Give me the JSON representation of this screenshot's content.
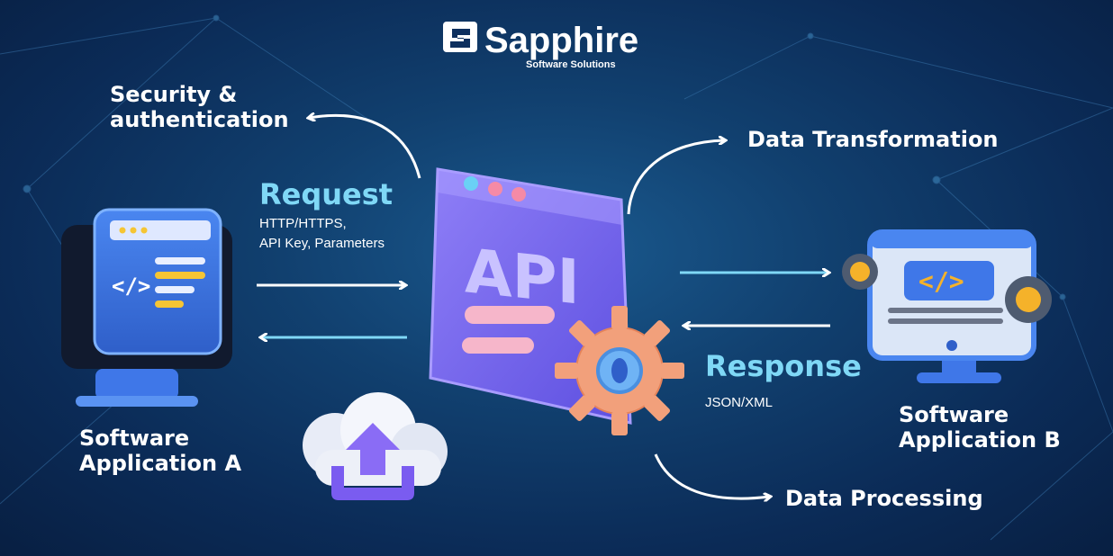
{
  "brand": {
    "name": "Sapphire",
    "tagline": "Software Solutions"
  },
  "diagram": {
    "security": [
      "Security &",
      "authentication"
    ],
    "data_transformation": "Data Transformation",
    "data_processing": "Data Processing",
    "request": {
      "title": "Request",
      "lines": [
        "HTTP/HTTPS,",
        "API Key, Parameters"
      ]
    },
    "response": {
      "title": "Response",
      "format": "JSON/XML"
    },
    "app_a": [
      "Software",
      "Application A"
    ],
    "app_b": [
      "Software",
      "Application B"
    ],
    "api_label": "API",
    "code_symbol": "</>"
  },
  "colors": {
    "accent": "#7fd8f6",
    "api_window": "#7b6cf0",
    "gear": "#f2a07b",
    "cloud_arrow": "#8a6cf5"
  }
}
